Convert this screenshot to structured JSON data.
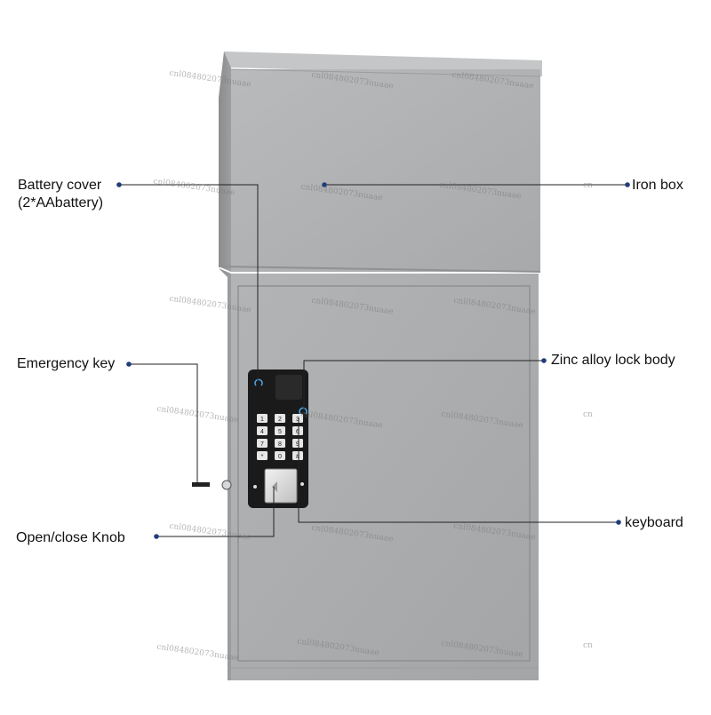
{
  "labels": {
    "battery_cover_line1": "Battery cover",
    "battery_cover_line2": "(2*AAbattery)",
    "iron_box": "Iron box",
    "emergency_key": "Emergency key",
    "zinc_alloy_lock_body": "Zinc alloy lock body",
    "keyboard": "keyboard",
    "open_close_knob": "Open/close Knob"
  },
  "keypad": {
    "keys": [
      "1",
      "2",
      "3",
      "4",
      "5",
      "6",
      "7",
      "8",
      "9",
      "*",
      "0",
      "#"
    ]
  },
  "watermark": {
    "text": "cnl084802073nuaae",
    "short": "cn"
  },
  "colors": {
    "box_face": "#a9abad",
    "box_side": "#8d8f91",
    "lock_panel": "#1a1a1a",
    "key_face": "#e6e6e6",
    "leader_line": "#222222",
    "dot": "#1f3d7a"
  }
}
